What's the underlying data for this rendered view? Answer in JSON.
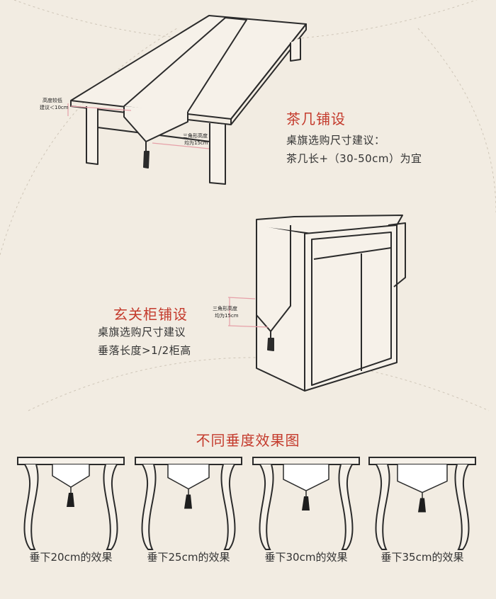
{
  "coffee_table": {
    "title": "茶几铺设",
    "line1": "桌旗选购尺寸建议：",
    "line2": "茶几长+（30-50cm）为宜",
    "note_height_1": "高度较低",
    "note_height_2": "建议＜10cm",
    "note_triangle_1": "三角形高度",
    "note_triangle_2": "均为15cm"
  },
  "cabinet": {
    "title": "玄关柜铺设",
    "line1": "桌旗选购尺寸建议",
    "line2": "垂落长度>1/2柜高",
    "note_triangle_1": "三角形高度",
    "note_triangle_2": "均为15cm"
  },
  "drape": {
    "title": "不同垂度效果图",
    "captions": [
      "垂下20cm的效果",
      "垂下25cm的效果",
      "垂下30cm的效果",
      "垂下35cm的效果"
    ],
    "drop_cm": [
      20,
      25,
      30,
      35
    ]
  },
  "colors": {
    "background": "#f2ece2",
    "accent_red": "#c43a2c",
    "line": "#2b2b2b",
    "guide_pink": "#e6a0a8"
  }
}
